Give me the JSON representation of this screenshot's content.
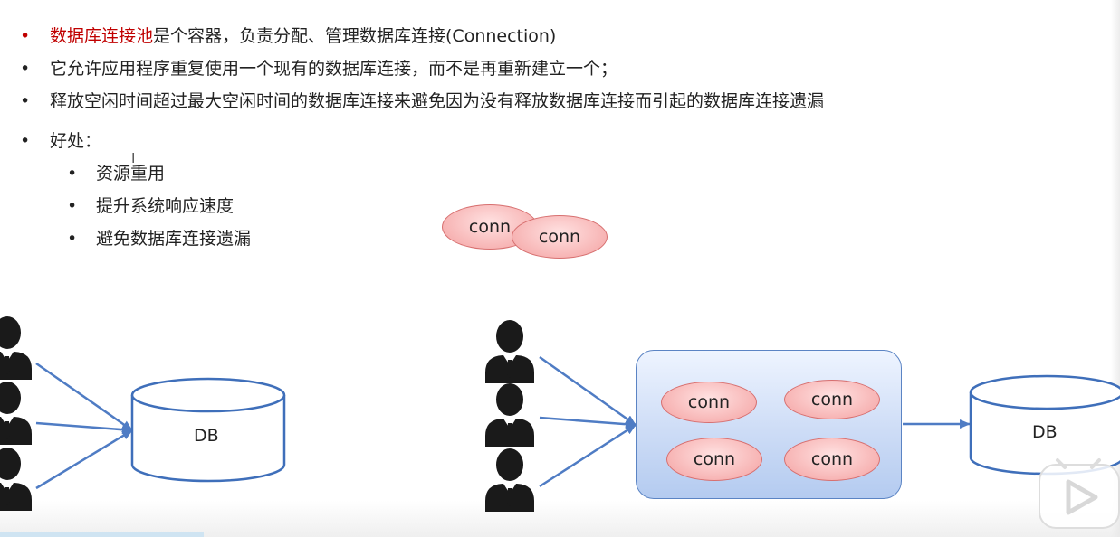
{
  "bullets": [
    {
      "highlight": "数据库连接池",
      "text": "是个容器，负责分配、管理数据库连接(Connection)"
    },
    {
      "text": "它允许应用程序重复使用一个现有的数据库连接，而不是再重新建立一个；"
    },
    {
      "text": "释放空闲时间超过最大空闲时间的数据库连接来避免因为没有释放数据库连接而引起的数据库连接遗漏"
    },
    {
      "text": "好处："
    }
  ],
  "sub_bullets": [
    "资源重用",
    "提升系统响应速度",
    "避免数据库连接遗漏"
  ],
  "bullet_symbol": "•",
  "cursor_symbol": "I",
  "conn_label": "conn",
  "db_label": "DB",
  "colors": {
    "highlight": "#c00000",
    "arrow": "#4f7cc4",
    "conn_fill": "#f7b4b4",
    "pool_fill": "#cddcf6"
  }
}
